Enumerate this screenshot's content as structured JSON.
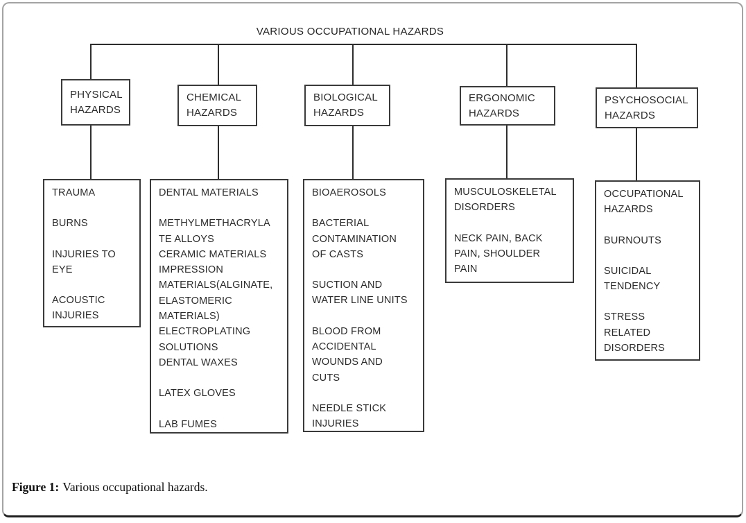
{
  "figure": {
    "title": "VARIOUS OCCUPATIONAL HAZARDS",
    "caption": {
      "label": "Figure 1:",
      "text": "Various occupational hazards."
    },
    "colors": {
      "line": "#2d2d2d",
      "box_border": "#3a3a3a",
      "text": "#2b2b2b",
      "frame_border": "#a3a3a3",
      "frame_bottom": "#1f1f1f",
      "background": "#ffffff"
    },
    "columns": [
      {
        "id": "physical",
        "header_lines": [
          "PHYSICAL",
          "HAZARDS"
        ],
        "paragraphs": [
          [
            "TRAUMA"
          ],
          [
            "BURNS"
          ],
          [
            "INJURIES TO",
            "EYE"
          ],
          [
            "ACOUSTIC",
            "INJURIES"
          ]
        ]
      },
      {
        "id": "chemical",
        "header_lines": [
          "CHEMICAL",
          "HAZARDS"
        ],
        "paragraphs": [
          [
            "DENTAL MATERIALS"
          ],
          [
            "METHYLMETHACRYLA",
            "TE ALLOYS",
            "CERAMIC MATERIALS",
            "IMPRESSION",
            "MATERIALS(ALGINATE,",
            "ELASTOMERIC",
            "MATERIALS)",
            "ELECTROPLATING",
            "SOLUTIONS",
            "DENTAL WAXES"
          ],
          [
            "LATEX GLOVES"
          ],
          [
            "LAB FUMES"
          ]
        ]
      },
      {
        "id": "biological",
        "header_lines": [
          "BIOLOGICAL",
          "HAZARDS"
        ],
        "paragraphs": [
          [
            "BIOAEROSOLS"
          ],
          [
            "BACTERIAL",
            "CONTAMINATION",
            "OF CASTS"
          ],
          [
            "SUCTION AND",
            "WATER LINE UNITS"
          ],
          [
            "BLOOD FROM",
            "ACCIDENTAL",
            "WOUNDS AND",
            "CUTS"
          ],
          [
            "NEEDLE STICK",
            "INJURIES"
          ]
        ]
      },
      {
        "id": "ergonomic",
        "header_lines": [
          "ERGONOMIC",
          "HAZARDS"
        ],
        "paragraphs": [
          [
            "MUSCULOSKELETAL",
            "DISORDERS"
          ],
          [
            "NECK PAIN, BACK",
            "PAIN, SHOULDER",
            "PAIN"
          ]
        ]
      },
      {
        "id": "psychosocial",
        "header_lines": [
          "PSYCHOSOCIAL",
          "HAZARDS"
        ],
        "paragraphs": [
          [
            "OCCUPATIONAL",
            "HAZARDS"
          ],
          [
            "BURNOUTS"
          ],
          [
            "SUICIDAL",
            "TENDENCY"
          ],
          [
            "STRESS",
            "RELATED",
            "DISORDERS"
          ]
        ]
      }
    ]
  }
}
